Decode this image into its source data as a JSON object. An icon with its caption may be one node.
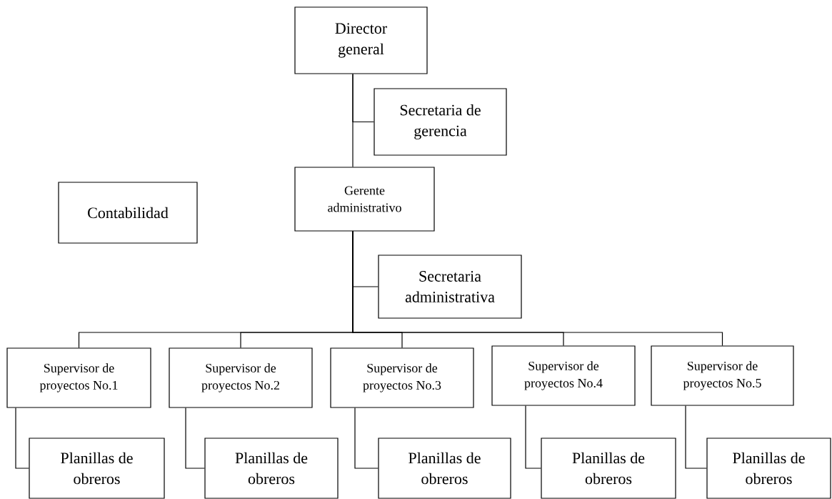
{
  "diagram": {
    "nodes": [
      {
        "text": [
          "Director general"
        ]
      },
      {
        "text": [
          "Secretaria de gerencia"
        ]
      },
      {
        "text": [
          "Contabilidad"
        ]
      },
      {
        "text": [
          "Gerente administrativo"
        ]
      },
      {
        "text": [
          "Secretaria administrativa"
        ]
      },
      {
        "text": [
          "Supervisor de proyectos No.1"
        ]
      },
      {
        "text": [
          "Supervisor de proyectos No.2"
        ]
      },
      {
        "text": [
          "Supervisor de proyectos No.3"
        ]
      },
      {
        "text": [
          "Supervisor de proyectos No.4"
        ]
      },
      {
        "text": [
          "Supervisor de proyectos No.5"
        ]
      },
      {
        "text": [
          "Planillas de obreros"
        ]
      },
      {
        "text": [
          "Planillas de obreros"
        ]
      },
      {
        "text": [
          "Planillas de obreros"
        ]
      },
      {
        "text": [
          "Planillas de obreros"
        ]
      },
      {
        "text": [
          "Planillas de obreros"
        ]
      }
    ],
    "edges": [
      {
        "from": 0,
        "to": 1,
        "arrow": "none"
      },
      {
        "from": 0,
        "to": 3,
        "arrow": "none"
      },
      {
        "from": 3,
        "to": 4,
        "arrow": "none"
      },
      {
        "from": 3,
        "to": 5,
        "arrow": "none"
      },
      {
        "from": 3,
        "to": 6,
        "arrow": "none"
      },
      {
        "from": 3,
        "to": 7,
        "arrow": "none"
      },
      {
        "from": 3,
        "to": 8,
        "arrow": "none"
      },
      {
        "from": 3,
        "to": 9,
        "arrow": "none"
      },
      {
        "from": 5,
        "to": 10,
        "arrow": "none"
      },
      {
        "from": 6,
        "to": 11,
        "arrow": "none"
      },
      {
        "from": 7,
        "to": 12,
        "arrow": "none"
      },
      {
        "from": 8,
        "to": 13,
        "arrow": "none"
      },
      {
        "from": 9,
        "to": 14,
        "arrow": "none"
      }
    ]
  }
}
